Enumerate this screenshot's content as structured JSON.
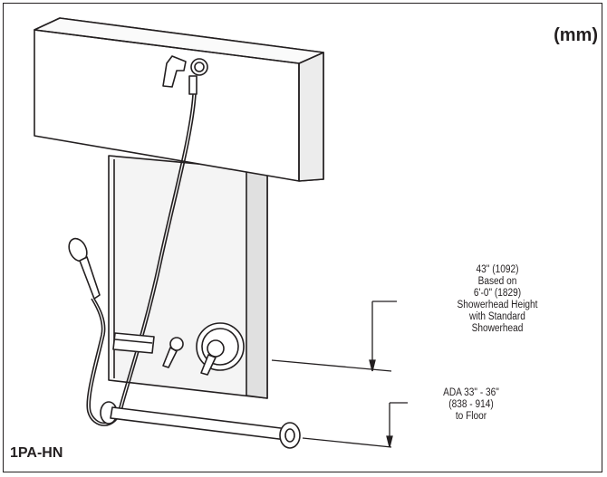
{
  "units_label": "(mm)",
  "model_label": "1PA-HN",
  "notes": {
    "showerhead_height": [
      "43\" (1092)",
      "Based on",
      "6'-0\" (1829)",
      "Showerhead Height",
      "with Standard",
      "Showerhead"
    ],
    "ada_height": [
      "ADA 33\" - 36\"",
      "(838 - 914)",
      "to Floor"
    ]
  },
  "colors": {
    "line": "#231f20",
    "panel_dark": "#4a4a4a",
    "background": "#ffffff"
  }
}
